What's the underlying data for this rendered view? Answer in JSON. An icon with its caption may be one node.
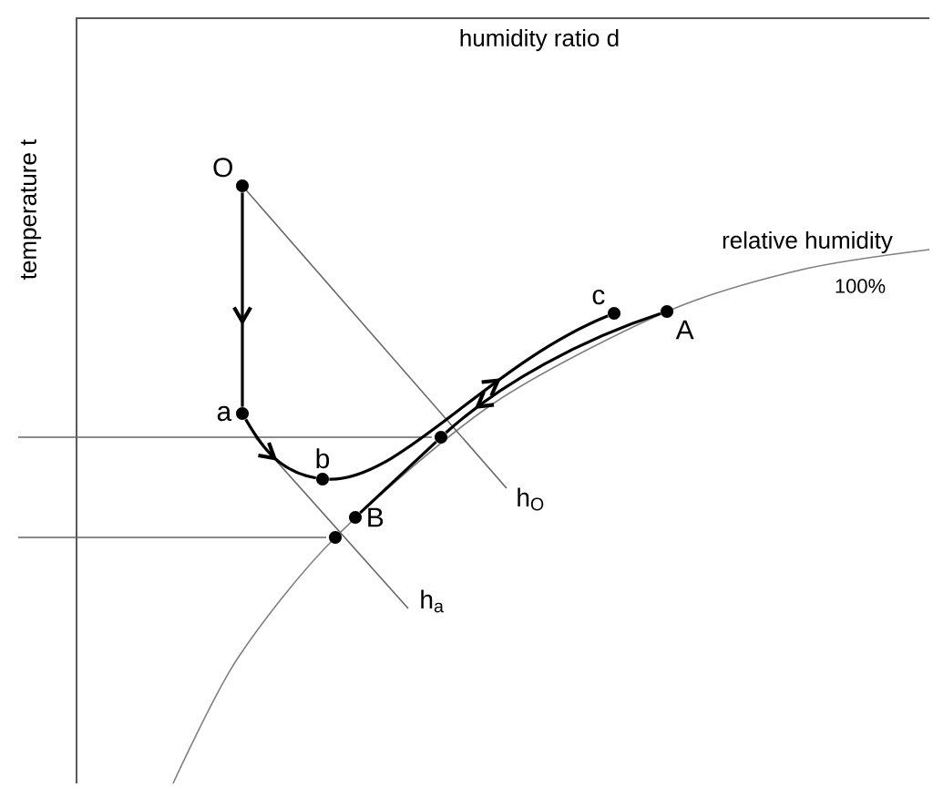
{
  "diagram": {
    "nodes": [
      {
        "text": [
          "O"
        ]
      },
      {
        "text": [
          "a"
        ]
      },
      {
        "text": [
          "b"
        ]
      },
      {
        "text": [
          "c"
        ]
      },
      {
        "text": [
          "A"
        ]
      },
      {
        "text": [
          "B"
        ]
      },
      {
        "text": [],
        "shape": "circle"
      },
      {
        "text": [],
        "shape": "circle"
      }
    ],
    "edges": [
      {
        "from": 0,
        "to": 1,
        "arrow": "to"
      },
      {
        "from": 1,
        "to": 2,
        "arrow": "to"
      },
      {
        "from": 2,
        "to": 3,
        "arrow": "to"
      },
      {
        "from": 4,
        "to": 6,
        "arrow": "to"
      },
      {
        "from": 6,
        "to": 5,
        "arrow": "none"
      }
    ],
    "labels": [
      "humidity ratio d",
      "temperature t",
      "relative humidity",
      "100%",
      "h$_{O}$",
      "h$_{a}$"
    ]
  }
}
